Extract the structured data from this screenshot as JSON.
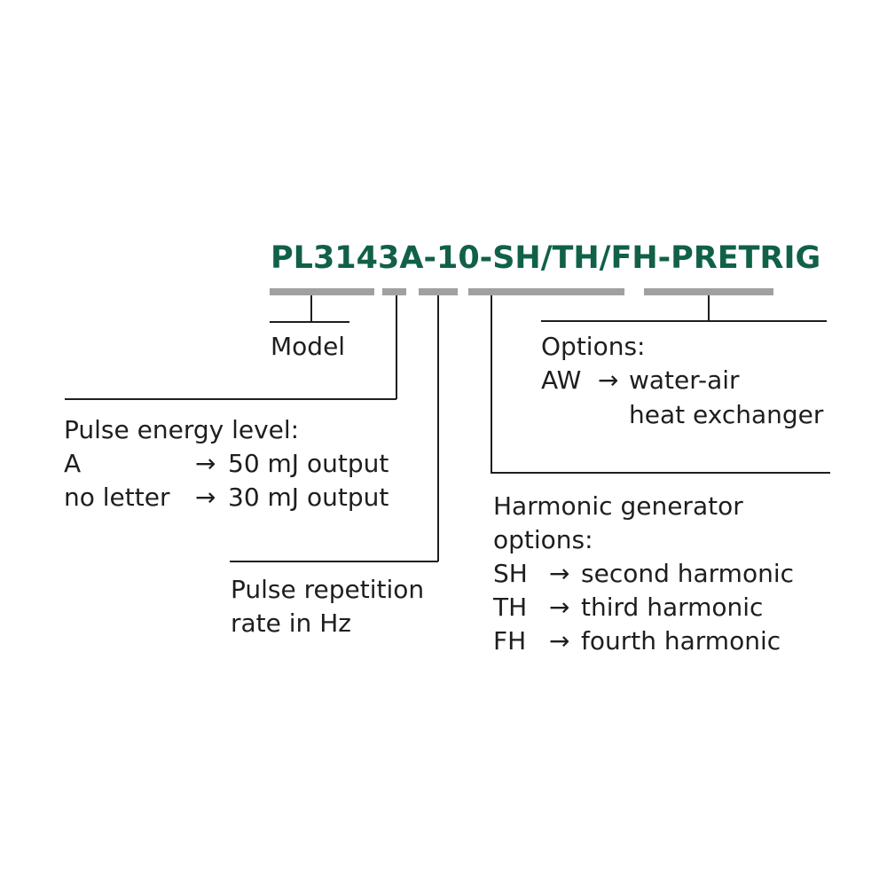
{
  "colors": {
    "title": "#116049",
    "bar": "#a0a0a0",
    "line": "#1e1e1e",
    "text": "#1e1e1e"
  },
  "model_code": "PL3143A-10-SH/TH/FH-PRETRIG",
  "model": {
    "label": "Model"
  },
  "pulse_energy": {
    "heading": "Pulse energy level:",
    "rows": [
      {
        "code": "A",
        "arrow": "→",
        "value": "50 mJ output"
      },
      {
        "code": "no letter",
        "arrow": "→",
        "value": "30 mJ output"
      }
    ]
  },
  "repetition": {
    "line1": "Pulse repetition",
    "line2": "rate in Hz"
  },
  "harmonic": {
    "line1": "Harmonic generator",
    "line2": "options:",
    "rows": [
      {
        "code": "SH",
        "arrow": "→",
        "value": "second harmonic"
      },
      {
        "code": "TH",
        "arrow": "→",
        "value": "third harmonic"
      },
      {
        "code": "FH",
        "arrow": "→",
        "value": "fourth harmonic"
      }
    ]
  },
  "options": {
    "heading": "Options:",
    "code": "AW",
    "arrow": "→",
    "value_line1": "water-air",
    "value_line2": "heat exchanger"
  }
}
